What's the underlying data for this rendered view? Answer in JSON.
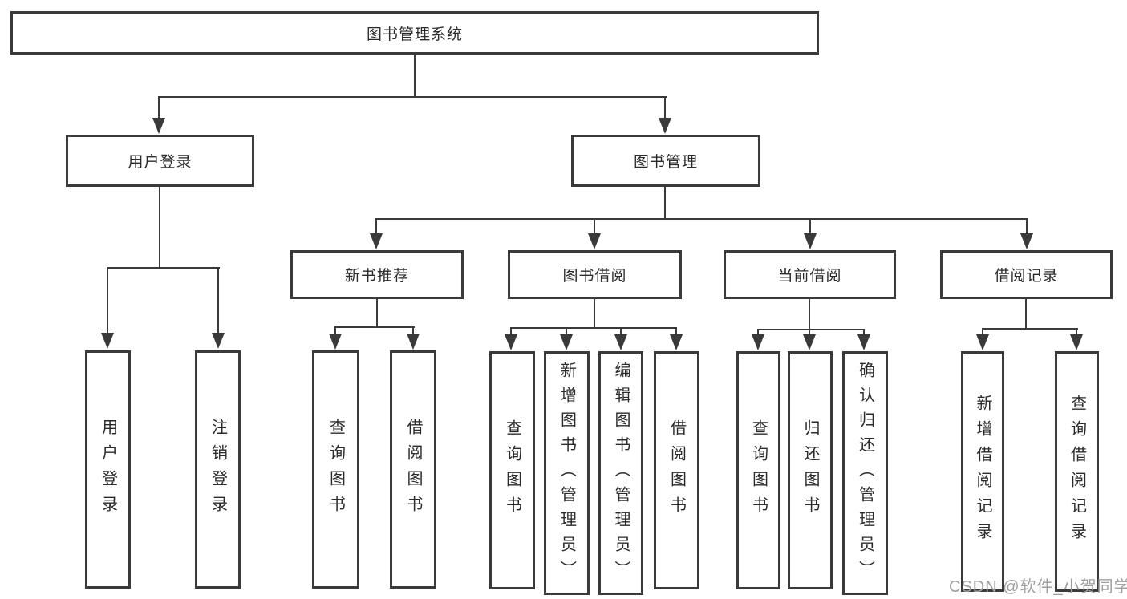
{
  "tree": {
    "title": "图书管理系统",
    "children": [
      {
        "label": "用户登录",
        "children": [
          {
            "label": "用户登录"
          },
          {
            "label": "注销登录"
          }
        ]
      },
      {
        "label": "图书管理",
        "children": [
          {
            "label": "新书推荐",
            "children": [
              {
                "label": "查询图书"
              },
              {
                "label": "借阅图书"
              }
            ]
          },
          {
            "label": "图书借阅",
            "children": [
              {
                "label": "查询图书"
              },
              {
                "label": "新增图书（管理员）"
              },
              {
                "label": "编辑图书（管理员）"
              },
              {
                "label": "借阅图书"
              }
            ]
          },
          {
            "label": "当前借阅",
            "children": [
              {
                "label": "查询图书"
              },
              {
                "label": "归还图书"
              },
              {
                "label": "确认归还（管理员）"
              }
            ]
          },
          {
            "label": "借阅记录",
            "children": [
              {
                "label": "新增借阅记录"
              },
              {
                "label": "查询借阅记录"
              }
            ]
          }
        ]
      }
    ]
  },
  "watermark": {
    "text": "CSDN @软件_小贺同学"
  },
  "colors": {
    "line": "#3a3a3a",
    "text": "#2b2b2b",
    "watermark": "#9f9f9f",
    "background": "#ffffff"
  }
}
